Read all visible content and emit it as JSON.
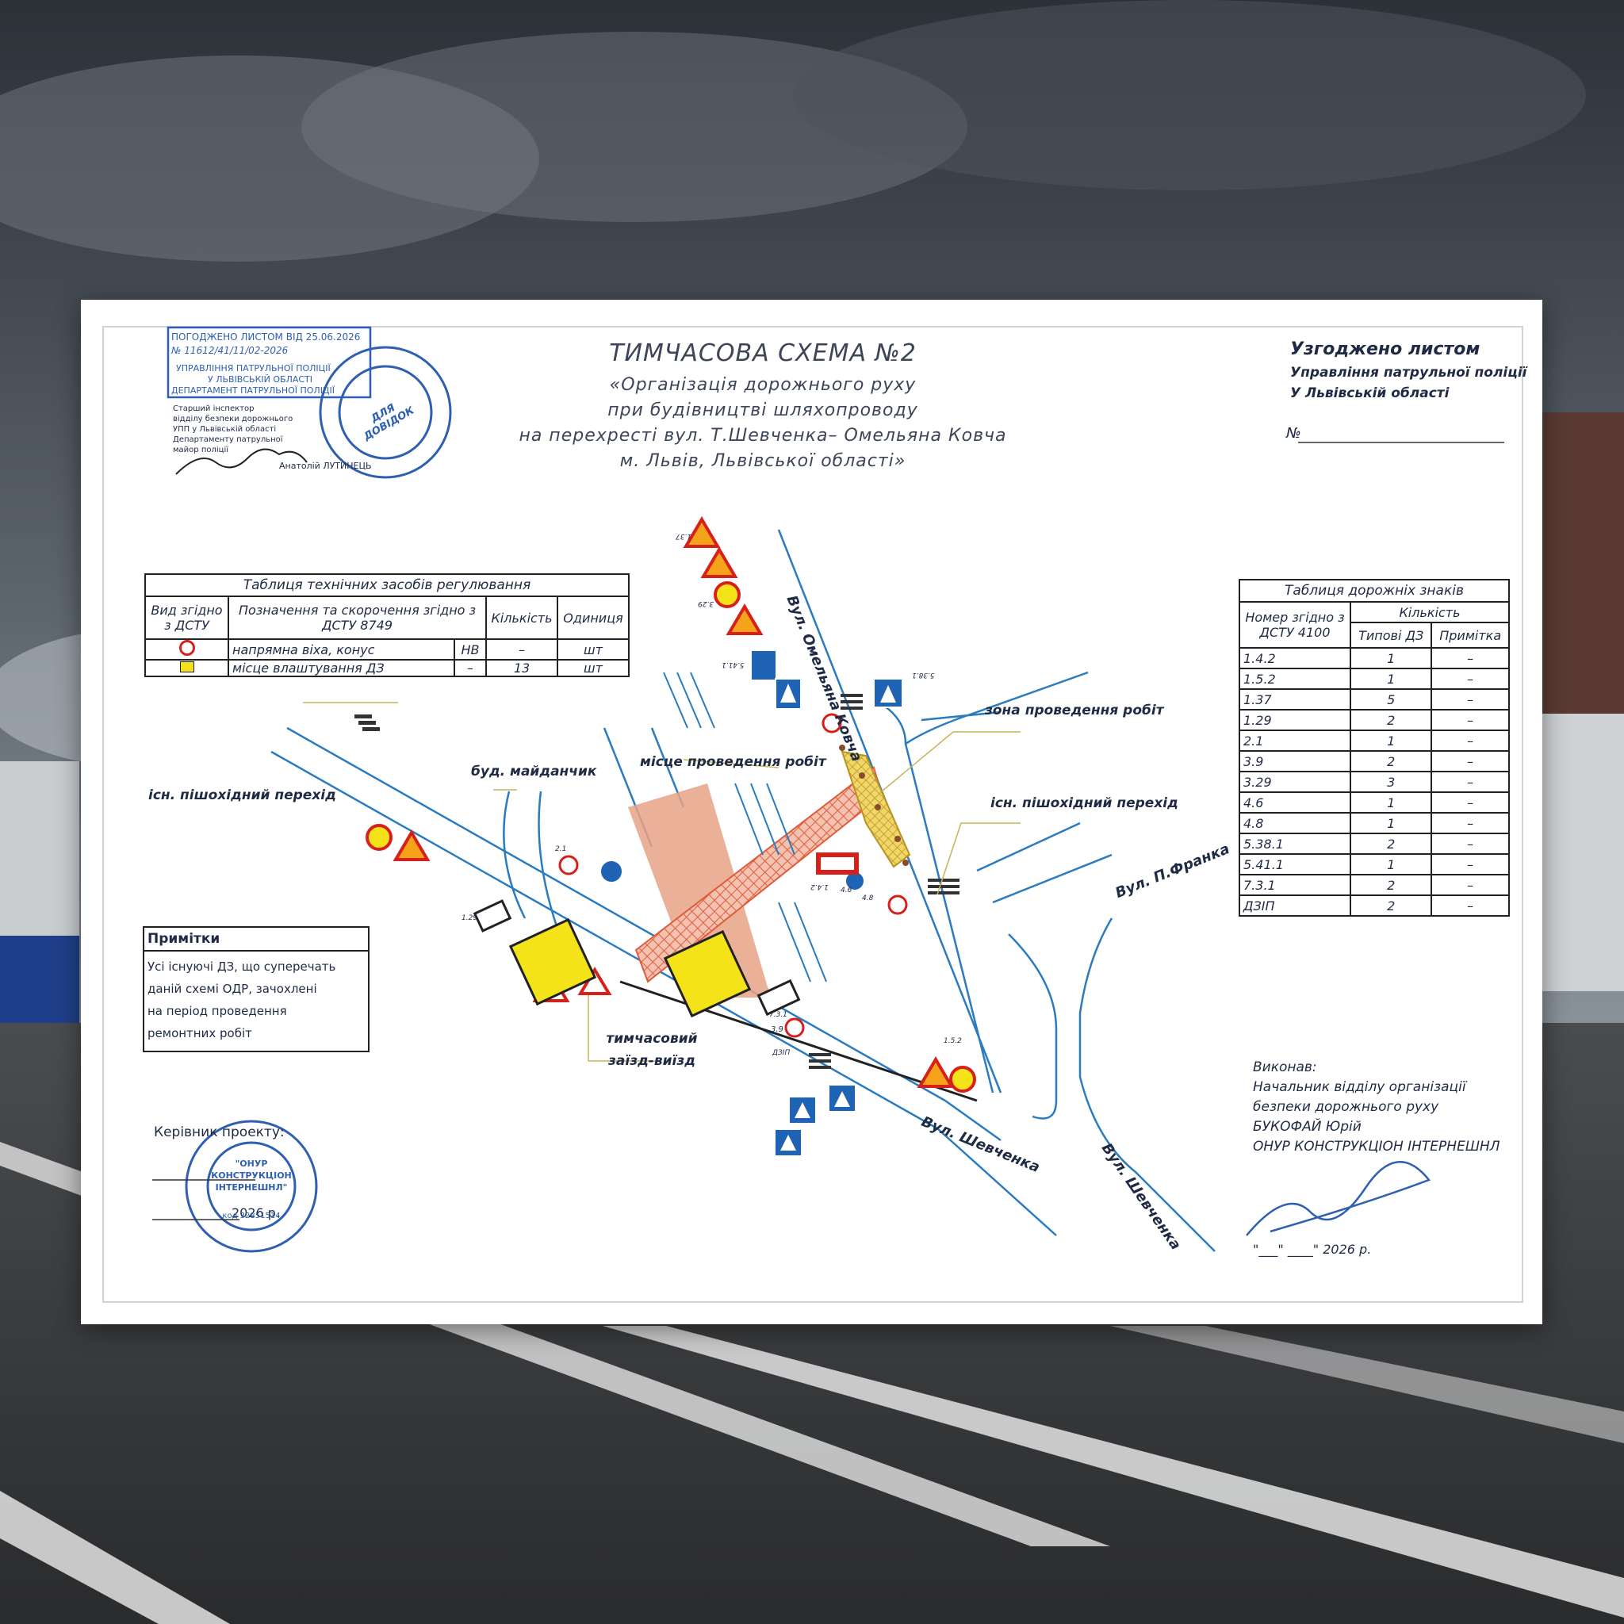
{
  "header": {
    "title": "ТИМЧАСОВА СХЕМА №2",
    "subtitle_lines": [
      "«Організація дорожнього руху",
      "при будівництві шляхопроводу",
      "на перехресті вул. Т.Шевченка– Омельяна Ковча",
      "м. Львів, Львівської області»"
    ]
  },
  "approval_right": {
    "line1": "Узгоджено листом",
    "line2": "Управління патрульної поліції",
    "line3": "У Львівській області",
    "number_label": "№"
  },
  "stamp_top_left": {
    "line1": "ПОГОДЖЕНО ЛИСТОМ ВІД 25.06.2026",
    "line2": "№ 11612/41/11/02-2026",
    "line3": "УПРАВЛІННЯ ПАТРУЛЬНОЇ ПОЛІЦІЇ",
    "line4": "У ЛЬВІВСЬКІЙ ОБЛАСТІ",
    "line5": "ДЕПАРТАМЕНТ ПАТРУЛЬНОЇ ПОЛІЦІЇ",
    "note_lines": [
      "Старший інспектор",
      "відділу безпеки дорожнього",
      "УПП у Львівській області",
      "Департаменту патрульної",
      "майор поліції"
    ],
    "signer": "Анатолій ЛУТИНЕЦЬ",
    "round_center": "ДЛЯ ДОВІДОК"
  },
  "tech_table": {
    "title": "Таблиця технічних засобів регулювання",
    "headers": [
      "Вид згідно з ДСТУ",
      "Позначення та скорочення згідно з ДСТУ 8749",
      "Кількість",
      "Одиниця"
    ],
    "rows": [
      {
        "desc": "напрямна віха, конус",
        "code": "НВ",
        "qty": "–",
        "unit": "шт"
      },
      {
        "desc": "місце влаштування ДЗ",
        "code": "–",
        "qty": "13",
        "unit": "шт"
      }
    ]
  },
  "signs_table": {
    "title": "Таблиця дорожніх знаків",
    "headers": [
      "Номер згідно з ДСТУ 4100",
      "Кількість",
      "Типові ДЗ",
      "Примітка"
    ],
    "rows": [
      {
        "num": "1.4.2",
        "qty": "1",
        "note": "–"
      },
      {
        "num": "1.5.2",
        "qty": "1",
        "note": "–"
      },
      {
        "num": "1.37",
        "qty": "5",
        "note": "–"
      },
      {
        "num": "1.29",
        "qty": "2",
        "note": "–"
      },
      {
        "num": "2.1",
        "qty": "1",
        "note": "–"
      },
      {
        "num": "3.9",
        "qty": "2",
        "note": "–"
      },
      {
        "num": "3.29",
        "qty": "3",
        "note": "–"
      },
      {
        "num": "4.6",
        "qty": "1",
        "note": "–"
      },
      {
        "num": "4.8",
        "qty": "1",
        "note": "–"
      },
      {
        "num": "5.38.1",
        "qty": "2",
        "note": "–"
      },
      {
        "num": "5.41.1",
        "qty": "1",
        "note": "–"
      },
      {
        "num": "7.3.1",
        "qty": "2",
        "note": "–"
      },
      {
        "num": "ДЗІП",
        "qty": "2",
        "note": "–"
      }
    ]
  },
  "notes": {
    "title": "Примітки",
    "lines": [
      "Усі існуючі ДЗ, що суперечать",
      "даній схемі ОДР, зачохлені",
      "на період проведення",
      "ремонтних робіт"
    ]
  },
  "map_labels": {
    "street_kovcha": "Вул. Омельяна Ковча",
    "street_franka": "Вул. П.Франка",
    "street_shevchenka_1": "Вул. Шевченка",
    "street_shevchenka_2": "Вул. Шевченка",
    "crossing_left": "існ. пішохідний перехід",
    "crossing_right": "існ. пішохідний перехід",
    "site": "буд. майданчик",
    "work_place": "місце проведення робіт",
    "work_zone": "зона проведення робіт",
    "temp_access_1": "тимчасовий",
    "temp_access_2": "заїзд-виїзд"
  },
  "project_lead": {
    "label": "Керівник проекту:",
    "date_suffix": "2026 р.",
    "stamp_lines": [
      "\"ОНУР",
      "КОНСТРУКЦІОН",
      "ІНТЕРНЕШНЛ\""
    ],
    "stamp_code": "код 32851514"
  },
  "executor": {
    "line1": "Виконав:",
    "line2": "Начальник відділу організації",
    "line3": "безпеки дорожнього руху",
    "line4": "БУКОФАЙ Юрій",
    "line5": "ОНУР КОНСТРУКЦІОН ІНТЕРНЕШНЛ",
    "date": "\"___\" ____\" 2026 р."
  },
  "sign_codes": {
    "a": "1.37",
    "b": "3.29",
    "c": "5.41.1",
    "d": "5.38.1",
    "e": "3.9",
    "f": "4.8",
    "g": "1.4.2",
    "h": "ДЗІП",
    "i": "2.1",
    "j": "4.6",
    "k": "7.3.1",
    "l": "1.29",
    "m": "1.5.2"
  },
  "colors": {
    "road": "#2a7bbf",
    "work_area": "#e8a386",
    "hatch": "#e05b3a",
    "zone_yellow": "#f1d66a",
    "sign_yellow": "#f5e31a",
    "stamp_blue": "#2f5fb0"
  }
}
